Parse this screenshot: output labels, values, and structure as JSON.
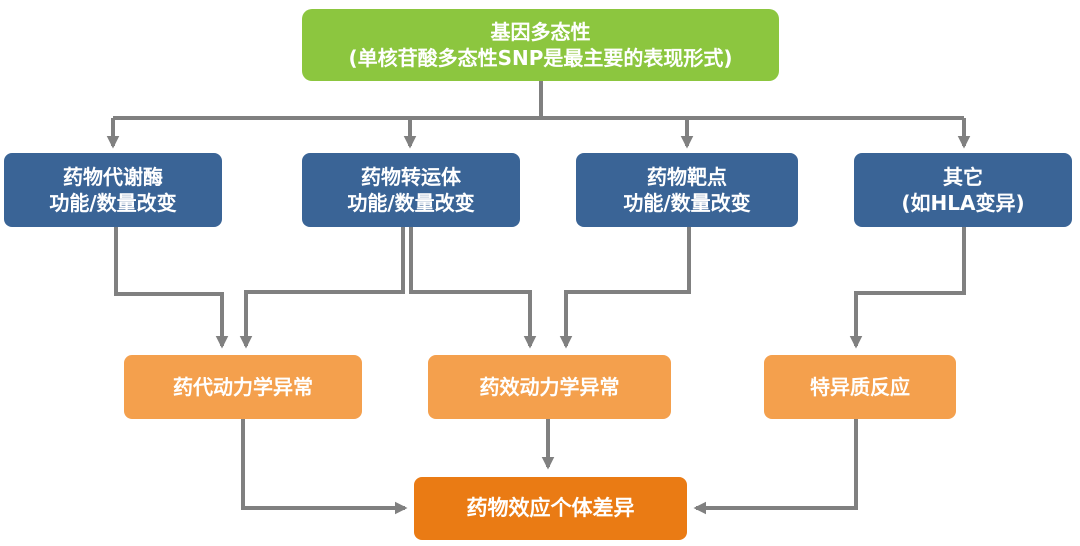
{
  "top": {
    "line1": "基因多态性",
    "line2": "(单核苷酸多态性SNP是最主要的表现形式)"
  },
  "mechanisms": [
    {
      "line1": "药物代谢酶",
      "line2": "功能/数量改变"
    },
    {
      "line1": "药物转运体",
      "line2": "功能/数量改变"
    },
    {
      "line1": "药物靶点",
      "line2": "功能/数量改变"
    },
    {
      "line1": "其它",
      "line2": "(如HLA变异)"
    }
  ],
  "effects": [
    "药代动力学异常",
    "药效动力学异常",
    "特异质反应"
  ],
  "outcome": "药物效应个体差异",
  "colors": {
    "top": "#8cc63f",
    "mechanism": "#3a6496",
    "effect": "#f4a04d",
    "outcome": "#ea7b14",
    "connector": "#808080"
  }
}
